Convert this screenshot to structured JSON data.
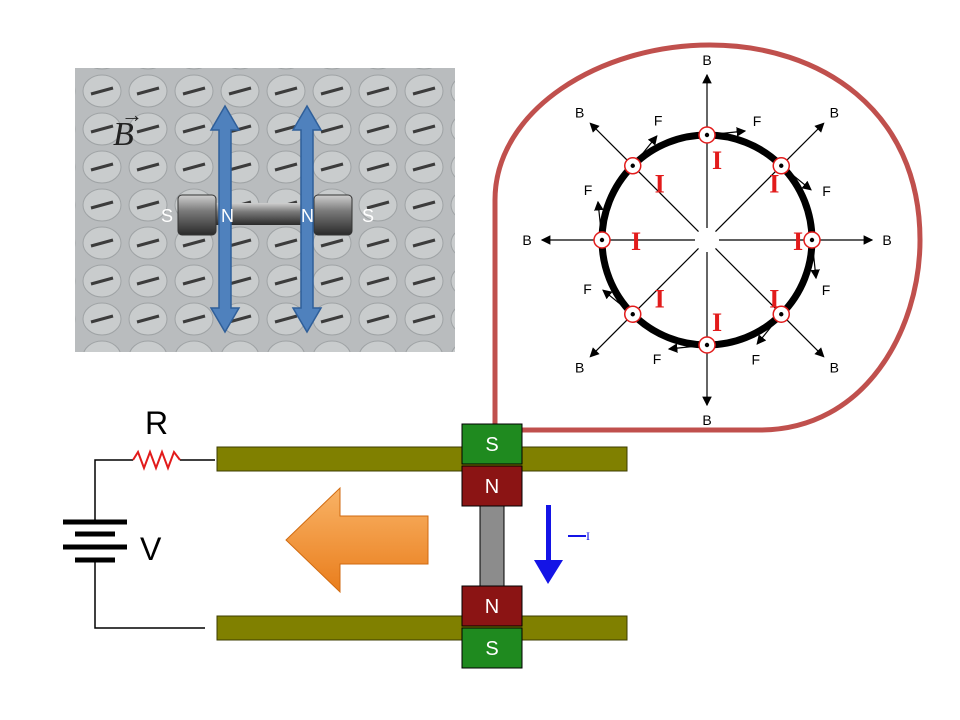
{
  "photo": {
    "field_symbol": "B",
    "left_magnet": {
      "outer": "S",
      "inner": "N"
    },
    "right_magnet": {
      "inner": "N",
      "outer": "S"
    }
  },
  "circuit": {
    "resistor_label": "R",
    "voltage_label": "V",
    "top_magnet": {
      "upper": "S",
      "lower": "N"
    },
    "bottom_magnet": {
      "upper": "N",
      "lower": "S"
    },
    "current_label": "I"
  },
  "callout": {
    "field_label": "B",
    "force_label": "F",
    "current_label": "I"
  },
  "colors": {
    "rail": "#808000",
    "south_pole": "#1f8a1f",
    "north_pole": "#8b1414",
    "axle": "#8c8c8c",
    "motion_arrow": "#f29233",
    "current_arrow": "#1414e6",
    "callout_border": "#c0504d",
    "current_mark": "#e21b1b",
    "resistor": "#e21b1b"
  }
}
